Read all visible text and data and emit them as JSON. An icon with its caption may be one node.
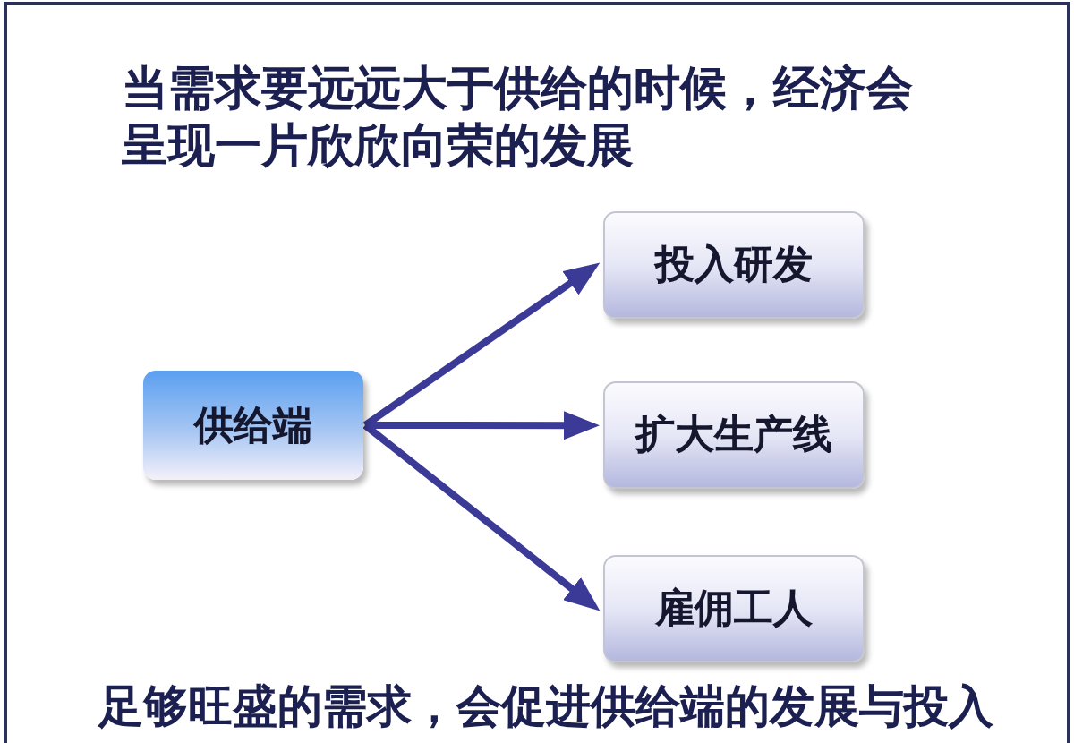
{
  "diagram": {
    "title": "当需求要远远大于供给的时候，经济会呈现一片欣欣向荣的发展",
    "nodes": [
      {
        "text": [
          "供给端"
        ]
      },
      {
        "text": [
          "投入研发"
        ]
      },
      {
        "text": [
          "扩大生产线"
        ]
      },
      {
        "text": [
          "雇佣工人"
        ]
      }
    ],
    "edges": [
      {
        "from": 0,
        "to": 1,
        "arrow": "to"
      },
      {
        "from": 0,
        "to": 2,
        "arrow": "to"
      },
      {
        "from": 0,
        "to": 3,
        "arrow": "to"
      }
    ],
    "caption": "足够旺盛的需求，会促进供给端的发展与投入"
  }
}
